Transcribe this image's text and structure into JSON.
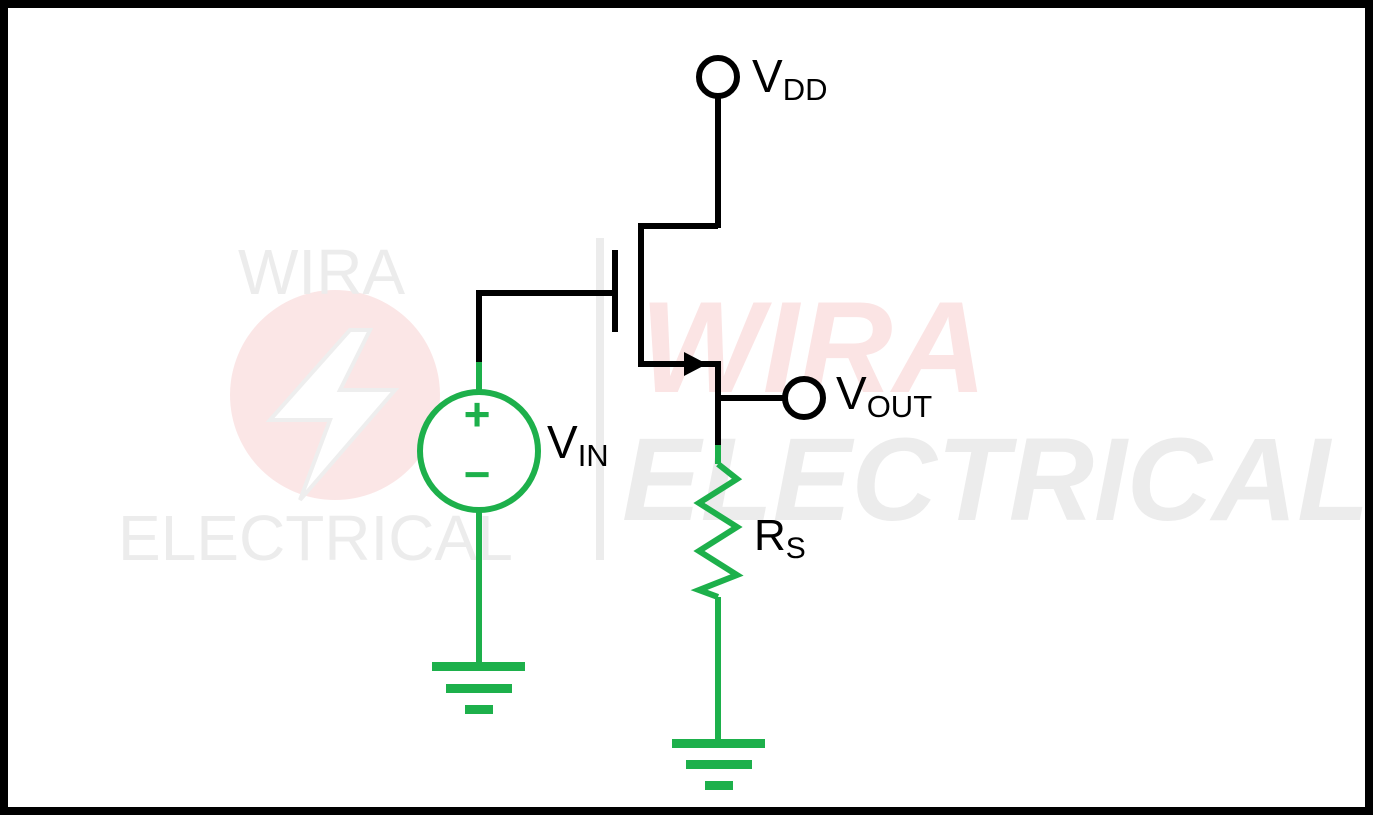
{
  "colors": {
    "wire": "#000000",
    "source": "#1db04b",
    "watermark_gray": "#ececec",
    "watermark_red": "#fbe4e4"
  },
  "watermark": {
    "left_top": "WIRA",
    "left_bottom": "ELECTRICAL",
    "right_top": "WIRA",
    "right_bottom": "ELECTRICAL"
  },
  "labels": {
    "vdd_main": "V",
    "vdd_sub": "DD",
    "vout_main": "V",
    "vout_sub": "OUT",
    "vin_main": "V",
    "vin_sub": "IN",
    "rs_main": "R",
    "rs_sub": "S",
    "plus": "+",
    "minus": "−"
  }
}
